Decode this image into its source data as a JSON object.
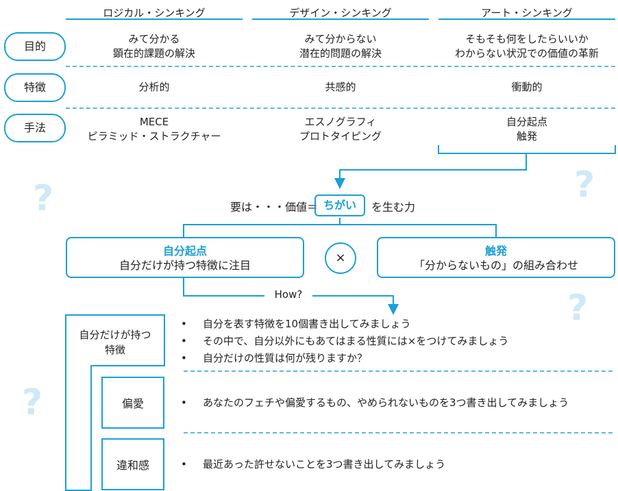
{
  "columns": [
    "ロジカル・シンキング",
    "デザイン・シンキング",
    "アート・シンキング"
  ],
  "rows": [
    {
      "label": "目的",
      "cells": [
        [
          "みて分かる",
          "顕在的課題の解決"
        ],
        [
          "みて分からない",
          "潜在的問題の解決"
        ],
        [
          "そもそも何をしたらいいか",
          "わからない状況での価値の革新"
        ]
      ]
    },
    {
      "label": "特徴",
      "cells": [
        [
          "分析的"
        ],
        [
          "共感的"
        ],
        [
          "衝動的"
        ]
      ]
    },
    {
      "label": "手法",
      "cells": [
        [
          "MECE",
          "ピラミッド・ストラクチャー"
        ],
        [
          "エスノグラフィ",
          "プロトタイピング"
        ],
        [
          "自分起点",
          "触発"
        ]
      ]
    }
  ],
  "key_phrase": {
    "prefix": "要は・・・価値＝",
    "highlight": "ちがい",
    "suffix": "を生む力"
  },
  "left_box": {
    "title": "自分起点",
    "subtitle": "自分だけが持つ特徴に注目"
  },
  "times_symbol": "×",
  "right_box": {
    "title": "触発",
    "subtitle": "「分からないもの」の組み合わせ"
  },
  "how_label": "How?",
  "steps": [
    {
      "label": "自分だけが持つ特徴",
      "label_lines": [
        "自分だけが持つ",
        "特徴"
      ],
      "bullets": [
        "自分を表す特徴を10個書き出してみましょう",
        "その中で、自分以外にもあてはまる性質には×をつけてみましょう",
        "自分だけの性質は何が残りますか？"
      ]
    },
    {
      "label": "偏愛",
      "bullets": [
        "あなたのフェチや偏愛するもの、やめられないものを3つ書き出してみましょう"
      ]
    },
    {
      "label": "違和感",
      "bullets": [
        "最近あった許せないことを3つ書き出してみましょう"
      ]
    }
  ],
  "decoration_icon": "question-mark-icon",
  "colors": {
    "accent": "#1a9fd6",
    "dashed": "#5bb8e0",
    "question_marks": "#cfe9f6"
  }
}
